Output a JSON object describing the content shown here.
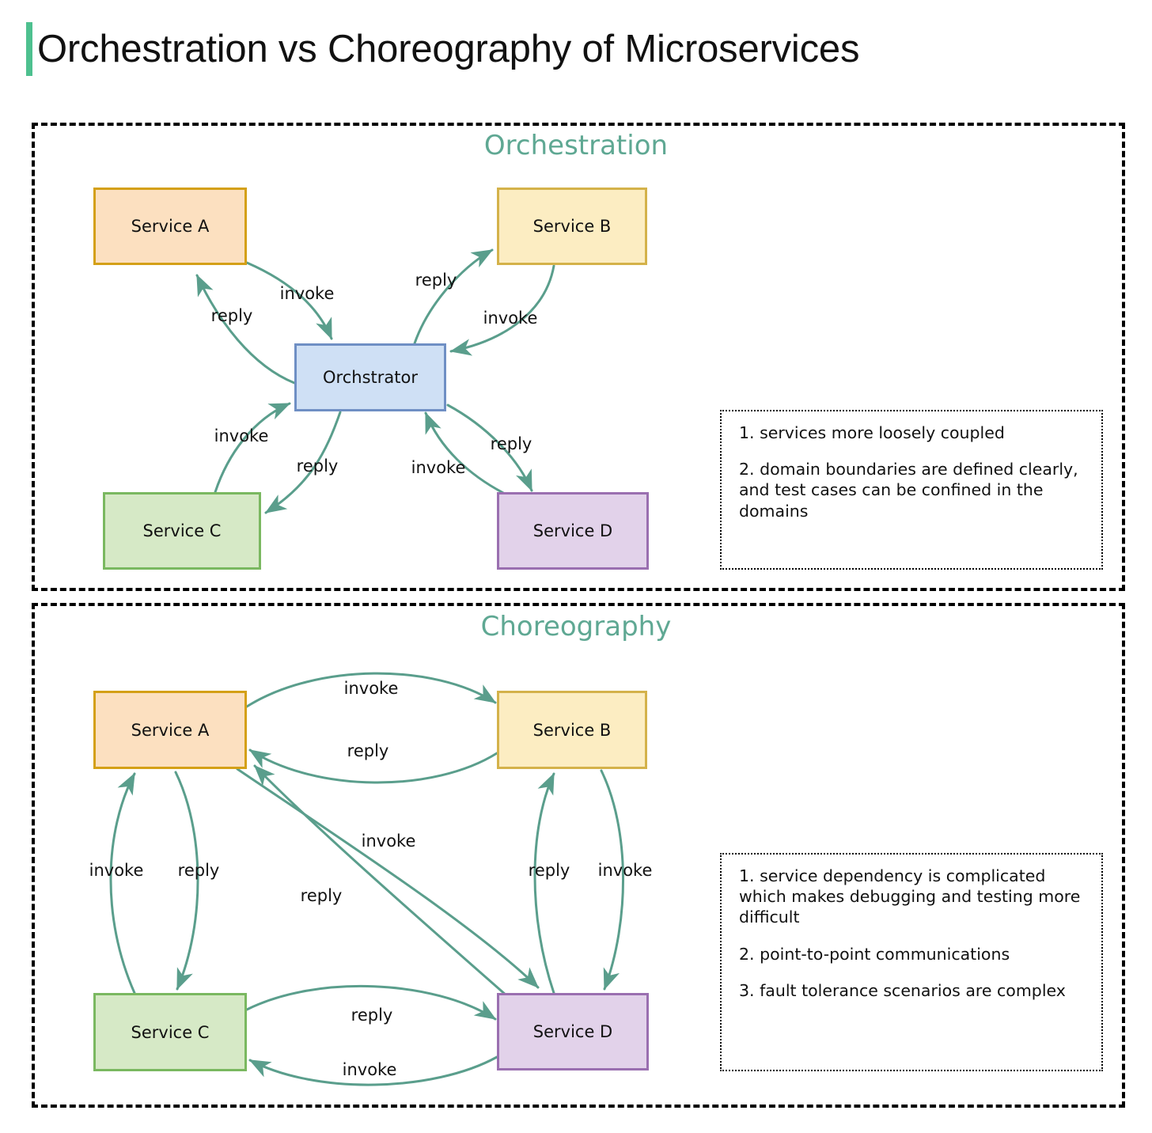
{
  "page": {
    "title": "Orchestration vs Choreography of Microservices",
    "accent_color": "#4ec08f",
    "edge_color": "#5a9e8c",
    "section_title_color": "#5fa893"
  },
  "sections": [
    {
      "id": "orchestration",
      "title": "Orchestration",
      "nodes": [
        {
          "id": "a",
          "label": "Service A",
          "fill": "#fce0c0",
          "border": "#d4a017"
        },
        {
          "id": "b",
          "label": "Service B",
          "fill": "#fcedc2",
          "border": "#d4b24a"
        },
        {
          "id": "c",
          "label": "Service C",
          "fill": "#d6e9c6",
          "border": "#7ab860"
        },
        {
          "id": "d",
          "label": "Service D",
          "fill": "#e2d2ea",
          "border": "#9a6fb0"
        },
        {
          "id": "orch",
          "label": "Orchstrator",
          "fill": "#cfe0f5",
          "border": "#6f8fc4"
        }
      ],
      "edge_labels": [
        {
          "id": "o-invoke-a",
          "text": "invoke",
          "from": "orchestrator",
          "to": "Service A"
        },
        {
          "id": "o-reply-a",
          "text": "reply",
          "from": "Service A",
          "to": "orchestrator"
        },
        {
          "id": "o-reply-b",
          "text": "reply",
          "from": "orchestrator",
          "to": "Service B"
        },
        {
          "id": "o-invoke-b",
          "text": "invoke",
          "from": "Service B",
          "to": "orchestrator"
        },
        {
          "id": "o-invoke-c",
          "text": "invoke",
          "from": "Service C",
          "to": "orchestrator"
        },
        {
          "id": "o-reply-c",
          "text": "reply",
          "from": "orchestrator",
          "to": "Service C"
        },
        {
          "id": "o-invoke-d",
          "text": "invoke",
          "from": "Service D",
          "to": "orchestrator"
        },
        {
          "id": "o-reply-d",
          "text": "reply",
          "from": "orchestrator",
          "to": "Service D"
        }
      ],
      "notes": [
        "1. services more loosely coupled",
        "2. domain boundaries are defined clearly, and test cases can be confined in the domains"
      ]
    },
    {
      "id": "choreography",
      "title": "Choreography",
      "nodes": [
        {
          "id": "a",
          "label": "Service A",
          "fill": "#fce0c0",
          "border": "#d4a017"
        },
        {
          "id": "b",
          "label": "Service B",
          "fill": "#fcedc2",
          "border": "#d4b24a"
        },
        {
          "id": "c",
          "label": "Service C",
          "fill": "#d6e9c6",
          "border": "#7ab860"
        },
        {
          "id": "d",
          "label": "Service D",
          "fill": "#e2d2ea",
          "border": "#9a6fb0"
        }
      ],
      "edge_labels": [
        {
          "id": "c-ab-invoke",
          "text": "invoke",
          "from": "Service A",
          "to": "Service B"
        },
        {
          "id": "c-ab-reply",
          "text": "reply",
          "from": "Service B",
          "to": "Service A"
        },
        {
          "id": "c-ac-invoke",
          "text": "invoke",
          "from": "Service C",
          "to": "Service A"
        },
        {
          "id": "c-ac-reply",
          "text": "reply",
          "from": "Service A",
          "to": "Service C"
        },
        {
          "id": "c-ad-invoke",
          "text": "invoke",
          "from": "Service A",
          "to": "Service D"
        },
        {
          "id": "c-ad-reply",
          "text": "reply",
          "from": "Service D",
          "to": "Service A"
        },
        {
          "id": "c-bd-reply",
          "text": "reply",
          "from": "Service D",
          "to": "Service B"
        },
        {
          "id": "c-bd-invoke",
          "text": "invoke",
          "from": "Service B",
          "to": "Service D"
        },
        {
          "id": "c-cd-reply",
          "text": "reply",
          "from": "Service C",
          "to": "Service D"
        },
        {
          "id": "c-cd-invoke",
          "text": "invoke",
          "from": "Service D",
          "to": "Service C"
        }
      ],
      "notes": [
        "1. service dependency is complicated which makes debugging and testing more difficult",
        "2. point-to-point communications",
        "3. fault tolerance scenarios are complex"
      ]
    }
  ]
}
